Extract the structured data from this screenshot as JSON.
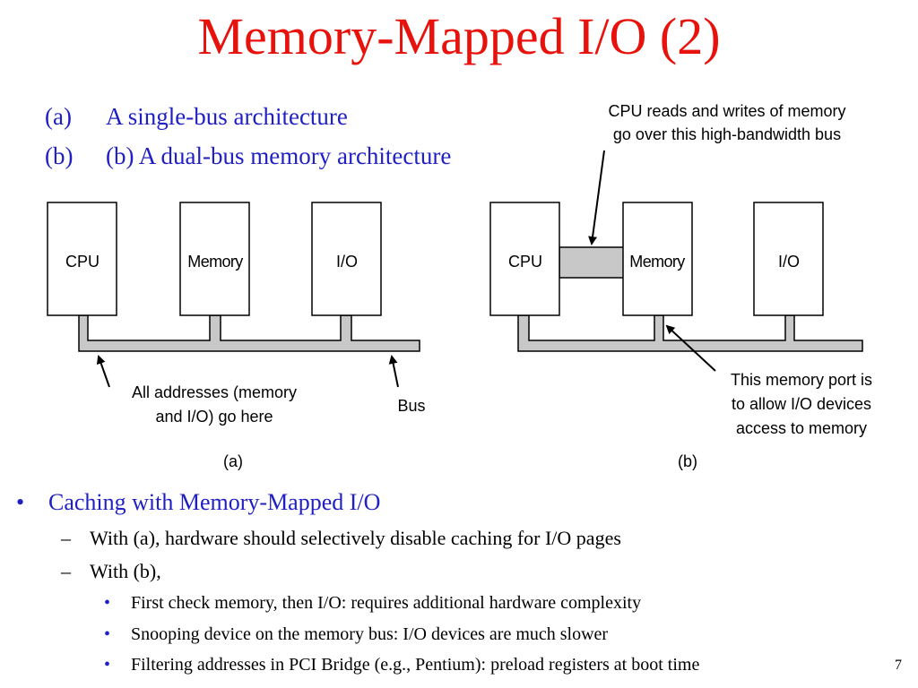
{
  "slide": {
    "title": "Memory-Mapped I/O (2)",
    "page_number": "7"
  },
  "subitems": [
    {
      "label": "(a)",
      "text": "A single-bus architecture"
    },
    {
      "label": "(b)",
      "text": "(b) A dual-bus memory architecture"
    }
  ],
  "diagram": {
    "a": {
      "boxes": [
        "CPU",
        "Memory",
        "I/O"
      ],
      "note_line1": "All addresses (memory",
      "note_line2": "and I/O) go here",
      "bus_label": "Bus",
      "caption": "(a)"
    },
    "b": {
      "boxes": [
        "CPU",
        "Memory",
        "I/O"
      ],
      "top_note_line1": "CPU reads and writes of memory",
      "top_note_line2": "go over this high-bandwidth bus",
      "port_note_line1": "This memory port is",
      "port_note_line2": "to allow I/O devices",
      "port_note_line3": "access to memory",
      "caption": "(b)"
    },
    "bus_fill": "#c8c8c8"
  },
  "bullets": {
    "main": "Caching with Memory-Mapped I/O",
    "marker_l1": "•",
    "marker_l2": "–",
    "sub": [
      "With (a), hardware should selectively disable caching for I/O pages",
      "With (b),"
    ],
    "subsub": [
      "First check memory, then I/O: requires additional hardware complexity",
      "Snooping device on the memory bus: I/O devices are much slower",
      "Filtering addresses in PCI Bridge (e.g., Pentium): preload registers at boot time"
    ]
  },
  "colors": {
    "title": "#e8120c",
    "text_blue": "#1f1fc4"
  }
}
